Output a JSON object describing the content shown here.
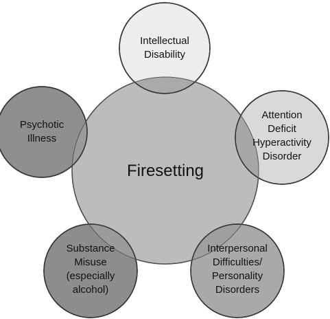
{
  "center": {
    "label": "Firesetting",
    "fill": "#bcbcbc"
  },
  "satellites": [
    {
      "id": "intellectual-disability",
      "lines": [
        "Intellectual",
        "Disability"
      ],
      "fill": "#ededed"
    },
    {
      "id": "adhd",
      "lines": [
        "Attention",
        "Deficit",
        "Hyperactivity",
        "Disorder"
      ],
      "fill": "#d9d9d9"
    },
    {
      "id": "interpersonal-difficulties",
      "lines": [
        "Interpersonal",
        "Difficulties/",
        "Personality",
        "Disorders"
      ],
      "fill": "#a9a9a9"
    },
    {
      "id": "substance-misuse",
      "lines": [
        "Substance",
        "Misuse",
        "(especially",
        "alcohol)"
      ],
      "fill": "#8d8d8d"
    },
    {
      "id": "psychotic-illness",
      "lines": [
        "Psychotic",
        "Illness"
      ],
      "fill": "#8f8f8f"
    }
  ],
  "overlap_fill": "#9e9e9e"
}
